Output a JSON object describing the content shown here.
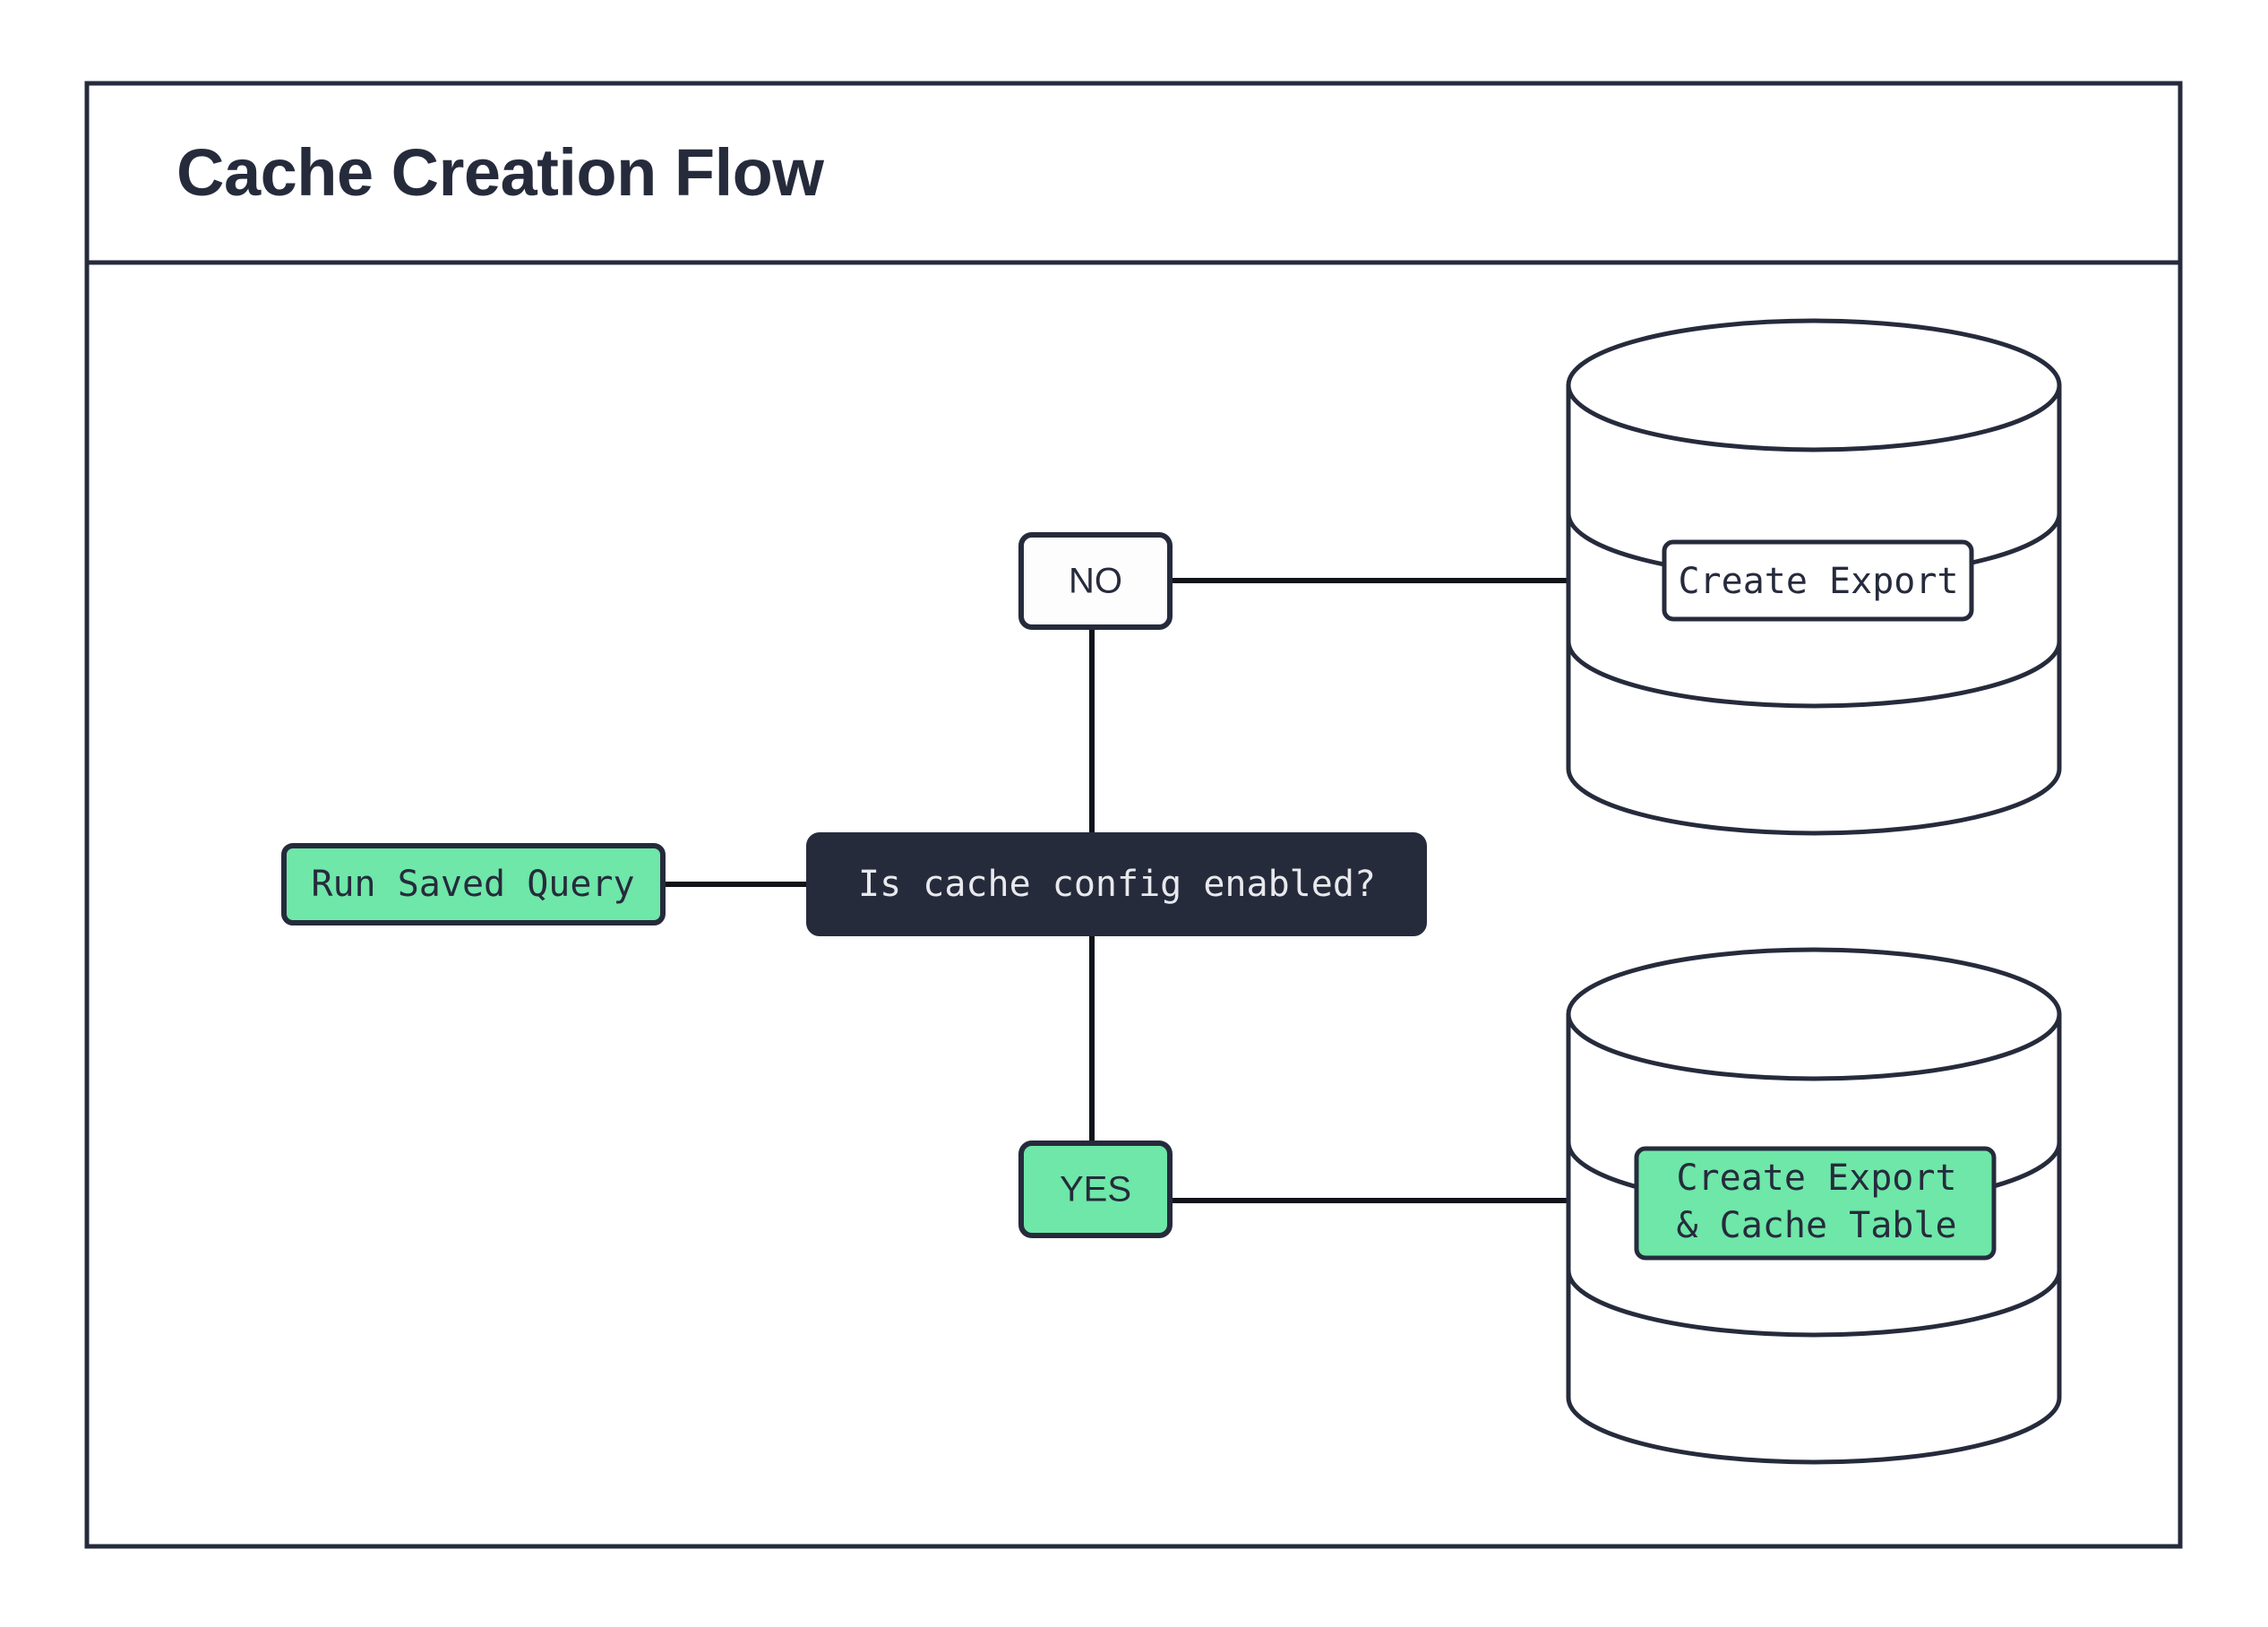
{
  "frame": {
    "title": "Cache Creation Flow"
  },
  "colors": {
    "accent_green": "#6ee7a8",
    "dark_navy": "#262b3c",
    "light_text": "#e8e9ed",
    "background": "#ffffff",
    "connector": "#11131a"
  },
  "nodes": {
    "start": {
      "label": "Run Saved Query",
      "shape": "rounded-rect",
      "fill": "green"
    },
    "decision": {
      "label": "Is cache config enabled?",
      "shape": "rounded-rect",
      "fill": "dark"
    },
    "branch_no": {
      "label": "NO",
      "shape": "rounded-rect",
      "fill": "white"
    },
    "branch_yes": {
      "label": "YES",
      "shape": "rounded-rect",
      "fill": "green"
    },
    "database_top": {
      "shape": "cylinder",
      "label": "Create Export",
      "label_fill": "white"
    },
    "database_bottom": {
      "shape": "cylinder",
      "label_line1": "Create Export",
      "label_line2": "& Cache Table",
      "label_fill": "green"
    }
  }
}
